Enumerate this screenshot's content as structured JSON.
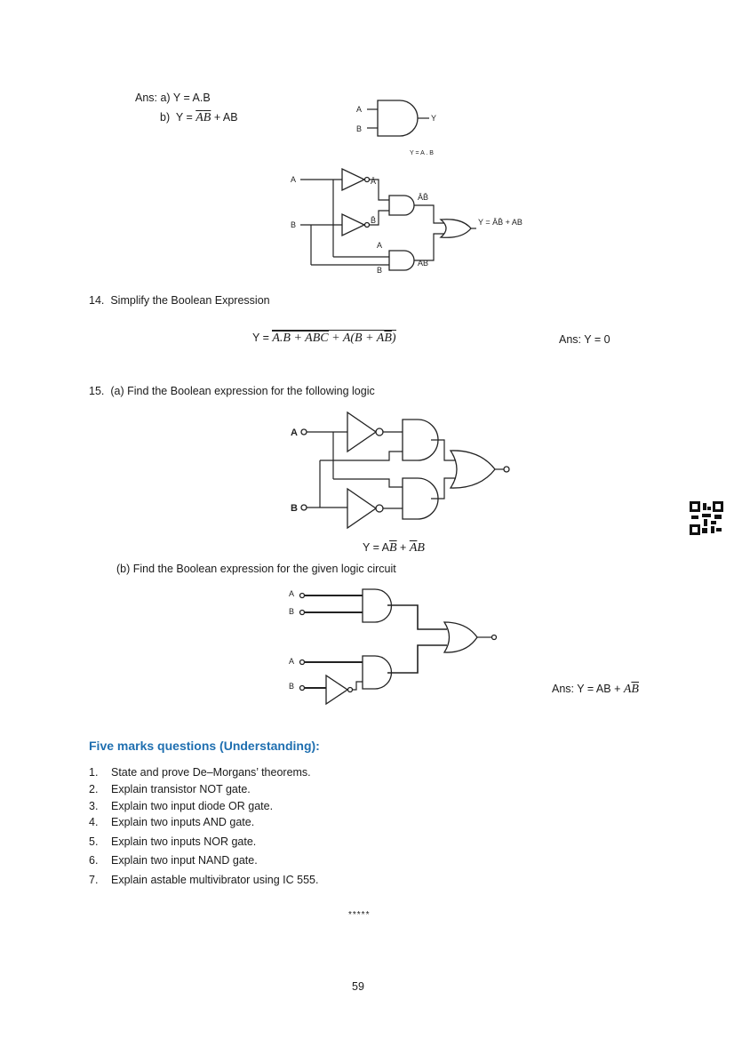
{
  "q13_answers": {
    "a_label": "Ans: a)",
    "a_expr": "Y = A.B",
    "b_label": "b)",
    "b_expr_prefix": "Y = ",
    "b_expr_term1_a": "A",
    "b_expr_term1_b": "B",
    "b_expr_rest": " + AB"
  },
  "diagram_and": {
    "input_a": "A",
    "input_b": "B",
    "output": "Y",
    "caption": "Y = A . B"
  },
  "diagram_xnor": {
    "input_a": "A",
    "input_b": "B",
    "not_a_label": "Ā",
    "not_b_label": "B̄",
    "and1_out": "ĀB̄",
    "and2_in_a": "A",
    "and2_in_b": "B",
    "and2_out": "AB",
    "output_expr": "Y = ĀB̄ + AB"
  },
  "q14": {
    "number": "14.",
    "prompt": "Simplify the Boolean Expression",
    "expr_prefix": "Y = ",
    "expr_over_1": "A.",
    "expr_over_2": "B",
    "expr_over_3": " + ABC",
    "expr_tail_1": " + A(B + A",
    "expr_tail_2": "B",
    "expr_tail_3": ")",
    "answer": "Ans: Y = 0"
  },
  "q15": {
    "number": "15.",
    "part_a_prompt": "(a) Find the Boolean expression for the following logic",
    "part_a_input_a": "A",
    "part_a_input_b": "B",
    "part_a_result_prefix": "Y = A",
    "part_a_result_b1": "B",
    "part_a_result_mid": " +  ",
    "part_a_result_a2": "A",
    "part_a_result_b2": "B",
    "part_b_prompt": "(b)  Find the Boolean expression for the given logic circuit",
    "part_b_inputs": [
      "A",
      "B",
      "A",
      "B"
    ],
    "part_b_answer_prefix": "Ans: Y = AB + ",
    "part_b_answer_a": "A",
    "part_b_answer_b": "B"
  },
  "five_marks": {
    "heading": "Five marks questions (Understanding):",
    "accent_color": "#1f6fb0",
    "items": [
      {
        "num": "1.",
        "text": "State and prove De–Morgans’ theorems."
      },
      {
        "num": "2.",
        "text": "Explain transistor NOT gate."
      },
      {
        "num": "3.",
        "text": "Explain two input diode OR gate."
      },
      {
        "num": "4.",
        "text": "Explain two inputs AND gate."
      },
      {
        "num": "5.",
        "text": "Explain two inputs NOR gate."
      },
      {
        "num": "6.",
        "text": "Explain two input NAND gate."
      },
      {
        "num": "7.",
        "text": "Explain astable multivibrator using IC 555."
      }
    ]
  },
  "separator": "*****",
  "page_number": "59",
  "qr_icon": "qr-code-icon"
}
